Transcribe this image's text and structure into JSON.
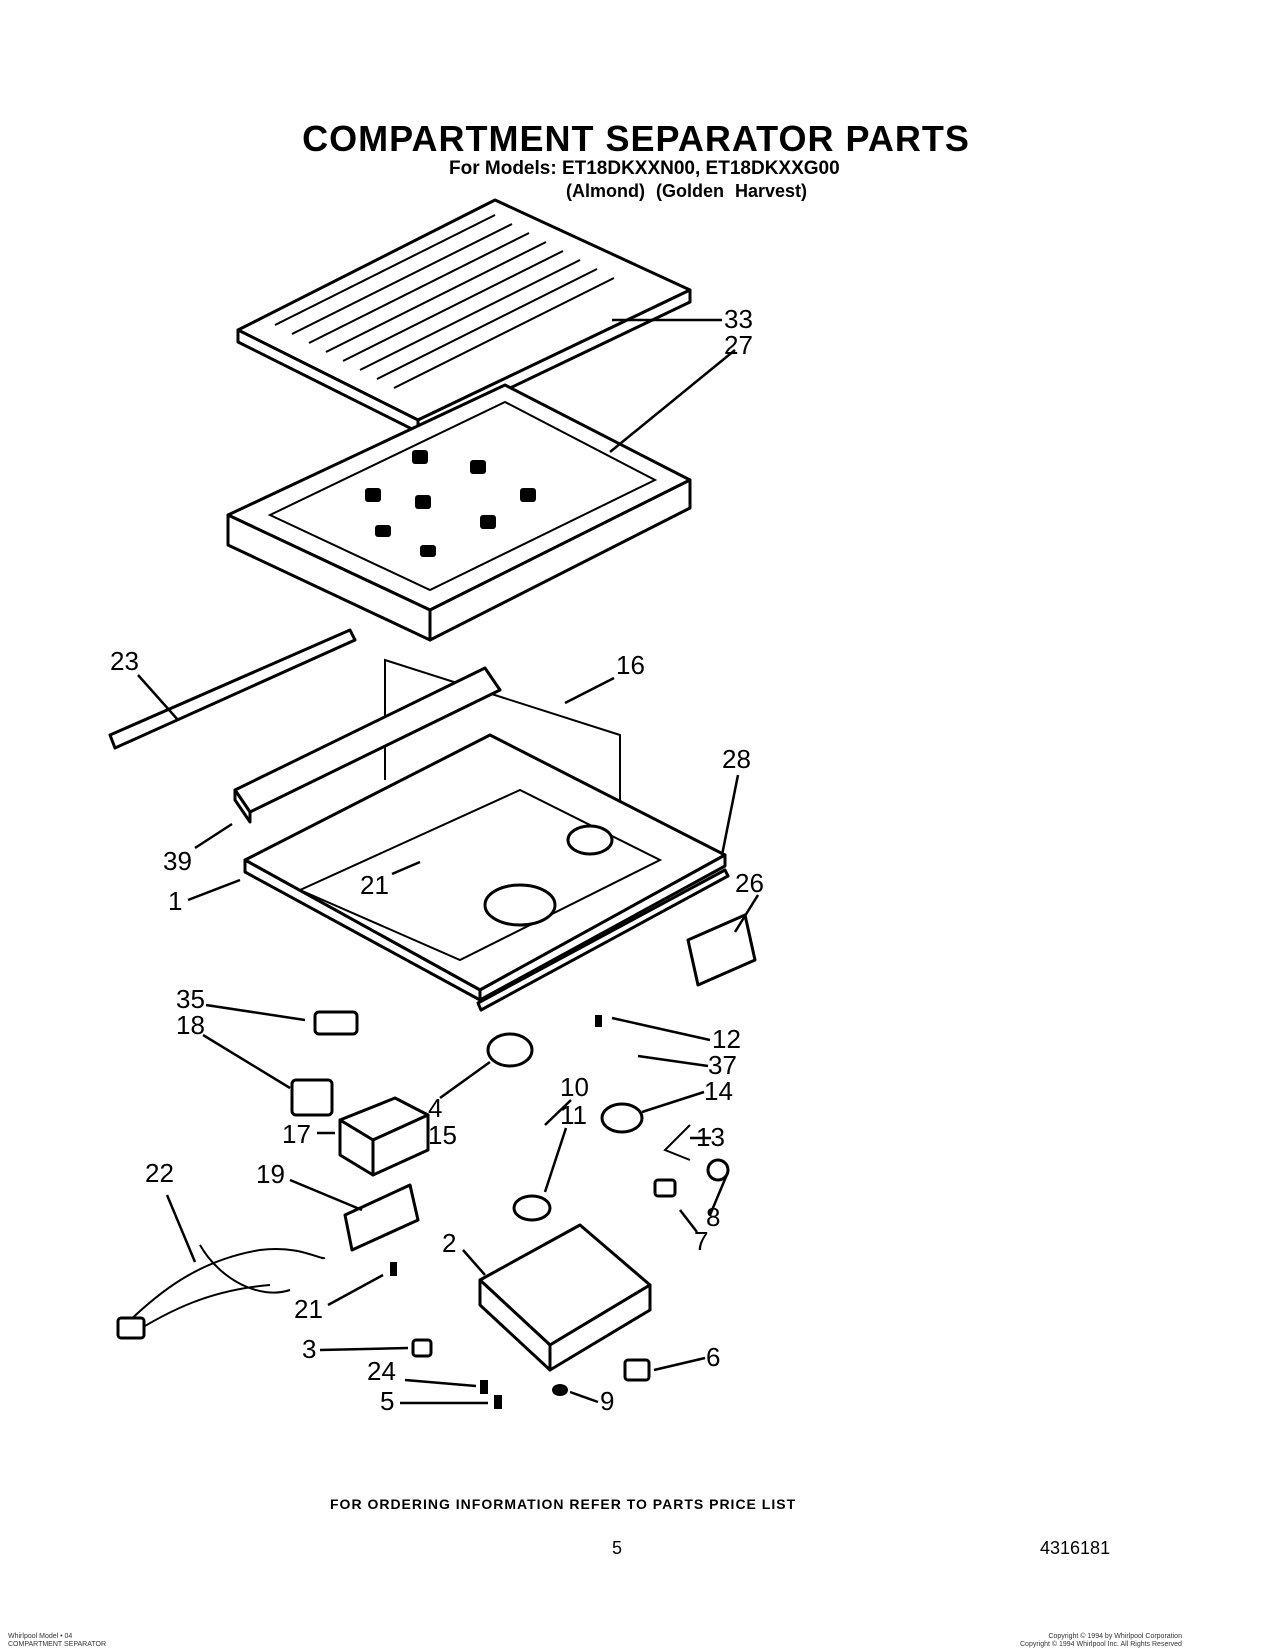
{
  "header": {
    "title": "COMPARTMENT SEPARATOR PARTS",
    "models": "For Models: ET18DKXXN00, ET18DKXXG00",
    "colors": "(Almond)   (Golden Harvest)"
  },
  "callouts": [
    "33",
    "27",
    "23",
    "16",
    "28",
    "39",
    "26",
    "1",
    "21",
    "35",
    "12",
    "18",
    "37",
    "4",
    "10",
    "14",
    "15",
    "11",
    "13",
    "17",
    "22",
    "19",
    "8",
    "7",
    "2",
    "21",
    "3",
    "6",
    "24",
    "9",
    "5"
  ],
  "footer": {
    "ordering_note": "FOR ORDERING INFORMATION REFER TO PARTS PRICE LIST",
    "page_number": "5",
    "doc_number": "4316181"
  },
  "fine_print": {
    "left_line1": "Whirlpool Model • 04",
    "left_line2": "COMPARTMENT SEPARATOR",
    "right_line1": "Copyright © 1994 by Whirlpool Corporation",
    "right_line2": "Copyright © 1994 Whirlpool Inc. All Rights Reserved"
  }
}
